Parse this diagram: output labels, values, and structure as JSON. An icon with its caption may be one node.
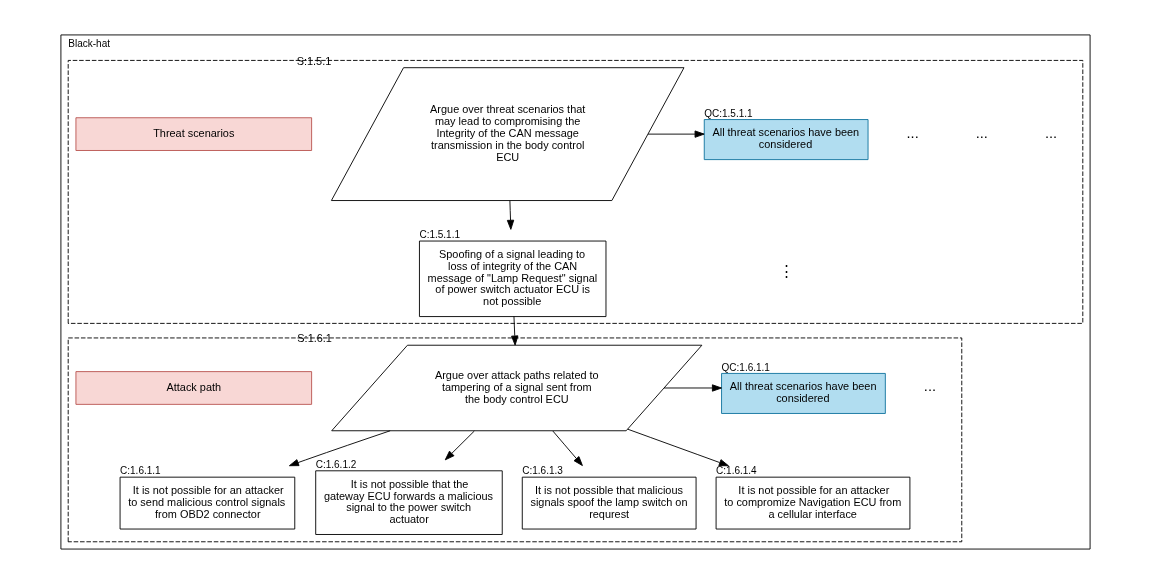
{
  "diagram": {
    "nodes": [
      {
        "text": [
          "Black-hat"
        ]
      },
      {
        "text": [],
        "shape": "box",
        "in": 0
      },
      {
        "text": [
          "Threat scenarios"
        ],
        "in": 1
      },
      {
        "text": [
          "Argue over threat scenarios that may lead to compromising the Integrity of the CAN message transmission in the body control ECU"
        ],
        "beside": [
          "S:1.5.1"
        ],
        "in": 1
      },
      {
        "text": [
          "All threat scenarios have been considered"
        ],
        "beside": [
          "QC:1.5.1.1"
        ],
        "in": 1
      },
      {
        "text": [
          "Spoofing of a signal leading to loss of integrity of the CAN message of \"Lamp Request\" signal of power switch actuator ECU is not possible"
        ],
        "beside": [
          "C:1.5.1.1"
        ],
        "in": 1
      },
      {
        "text": [],
        "shape": "box",
        "in": 0
      },
      {
        "text": [
          "Attack path"
        ],
        "in": 6
      },
      {
        "text": [
          "Argue over attack paths related to tampering of a signal sent from the body control ECU"
        ],
        "beside": [
          "S:1.6.1"
        ],
        "in": 6
      },
      {
        "text": [
          "All threat scenarios have been considered"
        ],
        "beside": [
          "QC:1.6.1.1"
        ],
        "in": 6
      },
      {
        "text": [
          "It is not possible for an attacker to send malicious control signals from OBD2 connector"
        ],
        "beside": [
          "C:1.6.1.1"
        ],
        "in": 6
      },
      {
        "text": [
          "It is not possible that the gateway ECU forwards a malicious signal to the power switch actuator"
        ],
        "beside": [
          "C:1.6.1.2"
        ],
        "in": 6
      },
      {
        "text": [
          "It is not possible that malicious signals spoof the lamp switch on requrest"
        ],
        "beside": [
          "C:1.6.1.3"
        ],
        "in": 6
      },
      {
        "text": [
          "It is not possible for an attacker to compromize Navigation ECU from a cellular interface"
        ],
        "beside": [
          "C:1.6.1.4"
        ],
        "in": 6
      }
    ],
    "edges": [
      {
        "from": 3,
        "to": 4,
        "arrow": "to"
      },
      {
        "from": 3,
        "to": 5,
        "arrow": "to"
      },
      {
        "from": 5,
        "to": 8,
        "arrow": "to"
      },
      {
        "from": 8,
        "to": 9,
        "arrow": "to"
      },
      {
        "from": 8,
        "to": 10,
        "arrow": "to"
      },
      {
        "from": 8,
        "to": 11,
        "arrow": "to"
      },
      {
        "from": 8,
        "to": 12,
        "arrow": "to"
      },
      {
        "from": 8,
        "to": 13,
        "arrow": "to"
      }
    ],
    "labels": [
      "⋮",
      "...",
      "...",
      "...",
      "..."
    ]
  }
}
